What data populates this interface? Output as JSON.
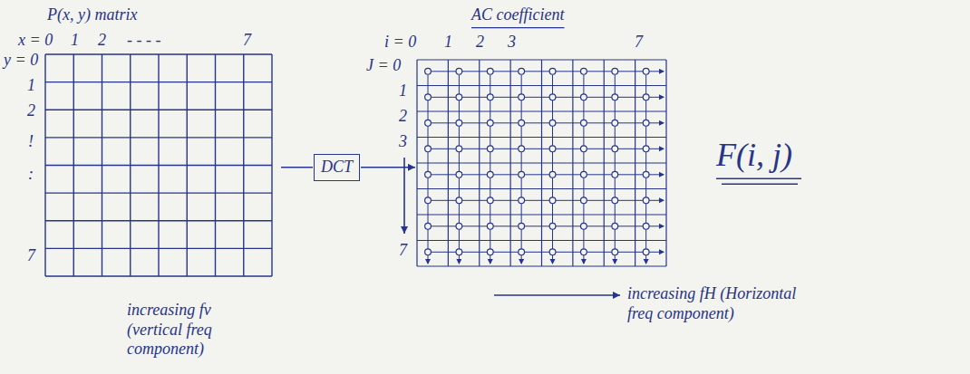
{
  "diagram": {
    "nodes": [
      {
        "text": [
          "DCT"
        ]
      }
    ],
    "labels": [
      "P(x, y) matrix",
      "x = 0",
      "1",
      "2",
      "- - - -",
      "7",
      "y = 0",
      "1",
      "2",
      "!",
      ":",
      "7",
      "AC coefficient",
      "i = 0",
      "1",
      "2",
      "3",
      "7",
      "J = 0",
      "1",
      "2",
      "3",
      "7",
      "F(i, j)",
      "increasing fv (vertical freq component)",
      "increasing fH (Horizontal freq component)"
    ]
  }
}
